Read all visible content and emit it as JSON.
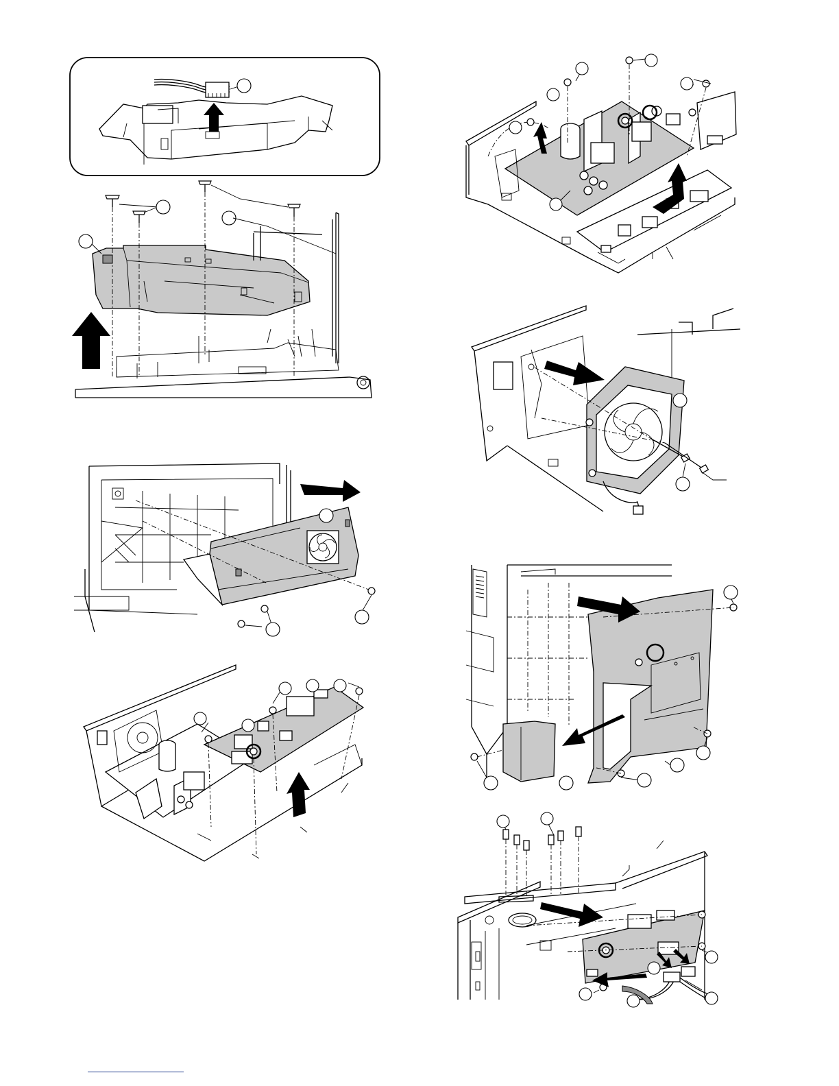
{
  "page": {
    "description_note": "",
    "figures": [
      {
        "id": "fig-lsu-removal"
      },
      {
        "id": "fig-power-unit-screws"
      },
      {
        "id": "fig-rear-pwb-panel"
      },
      {
        "id": "fig-fan-motor"
      },
      {
        "id": "fig-board-lift"
      },
      {
        "id": "fig-rear-cover"
      },
      {
        "id": "fig-interface-pwb"
      }
    ]
  }
}
